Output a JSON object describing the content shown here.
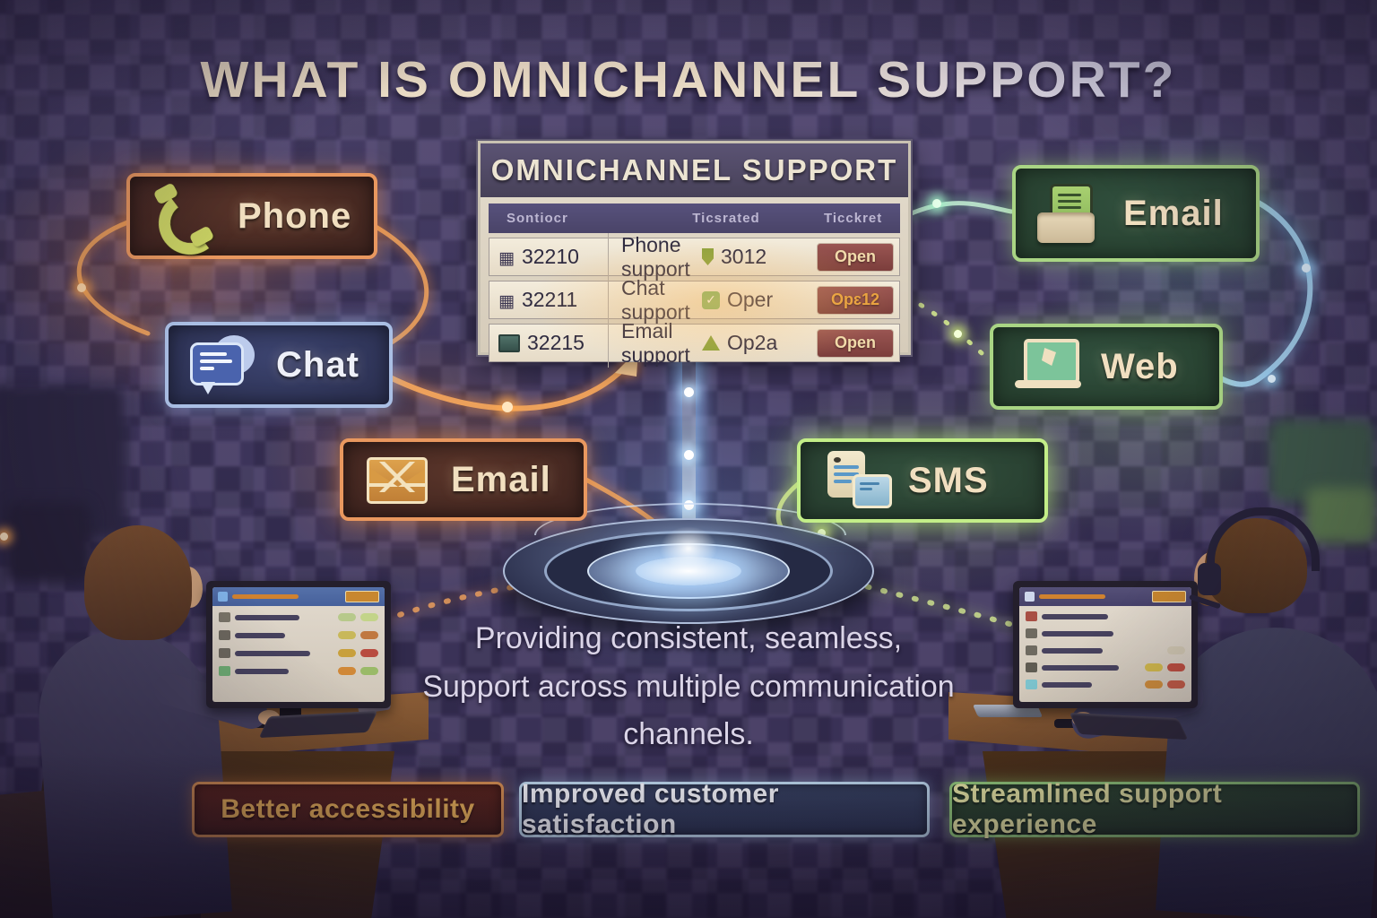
{
  "title": "WHAT IS OMNICHANNEL SUPPORT?",
  "panel": {
    "title": "OMNICHANNEL SUPPORT",
    "columns": [
      "Sontiocr",
      "Ticsrated",
      "Ticckret"
    ],
    "rows": [
      {
        "row_icon": "grid-icon",
        "id": "32210",
        "subject": "Phone support",
        "ticket_icon": "pin-icon",
        "ticket": "3012",
        "status": "Open"
      },
      {
        "row_icon": "grid-icon",
        "id": "32211",
        "subject": "Chat support",
        "ticket_icon": "check-icon",
        "ticket": "Oper",
        "status": "Opɛ12"
      },
      {
        "row_icon": "photo-icon",
        "id": "32215",
        "subject": "Email support",
        "ticket_icon": "triangle-icon",
        "ticket": "Op2a",
        "status": "Open"
      }
    ]
  },
  "channels": {
    "phone": {
      "label": "Phone",
      "icon": "phone-handset-icon",
      "theme": "orange"
    },
    "chat": {
      "label": "Chat",
      "icon": "chat-bubbles-icon",
      "theme": "navy"
    },
    "email_left": {
      "label": "Email",
      "icon": "envelope-icon",
      "theme": "orange"
    },
    "email_right": {
      "label": "Email",
      "icon": "mail-tray-icon",
      "theme": "green"
    },
    "web": {
      "label": "Web",
      "icon": "laptop-icon",
      "theme": "green"
    },
    "sms": {
      "label": "SMS",
      "icon": "message-pages-icon",
      "theme": "green"
    }
  },
  "caption": {
    "lines": [
      "Providing consistent, seamless,",
      "Support across multiple communication",
      "channels."
    ]
  },
  "benefits": [
    {
      "label": "Better accessibility",
      "theme": "orange"
    },
    {
      "label": "Improved customer satisfaction",
      "theme": "blue"
    },
    {
      "label": "Streamlined support experience",
      "theme": "green"
    }
  ],
  "colors": {
    "orange_accent": "#e9985f",
    "navy_accent": "#aabfe4",
    "green_accent": "#a9d584",
    "beam_blue": "#bfe0ff",
    "status_badge_bg": "#86453f",
    "status_badge_text": "#f2dbab"
  }
}
